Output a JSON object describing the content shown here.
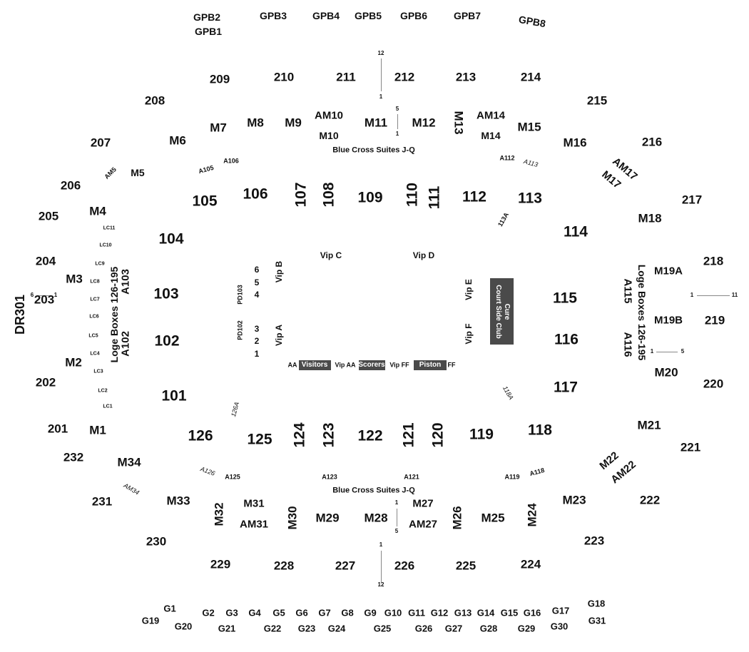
{
  "gpb": {
    "GPB1": "GPB1",
    "GPB2": "GPB2",
    "GPB3": "GPB3",
    "GPB4": "GPB4",
    "GPB5": "GPB5",
    "GPB6": "GPB6",
    "GPB7": "GPB7",
    "GPB8": "GPB8"
  },
  "upper_sections": {
    "s201": "201",
    "s202": "202",
    "s203": "203",
    "s204": "204",
    "s205": "205",
    "s206": "206",
    "s207": "207",
    "s208": "208",
    "s209": "209",
    "s210": "210",
    "s211": "211",
    "s212": "212",
    "s213": "213",
    "s214": "214",
    "s215": "215",
    "s216": "216",
    "s217": "217",
    "s218": "218",
    "s219": "219",
    "s220": "220",
    "s221": "221",
    "s222": "222",
    "s223": "223",
    "s224": "224",
    "s225": "225",
    "s226": "226",
    "s227": "227",
    "s228": "228",
    "s229": "229",
    "s230": "230",
    "s231": "231",
    "s232": "232",
    "DR301": "DR301"
  },
  "mezzanine": {
    "M1": "M1",
    "M2": "M2",
    "M3": "M3",
    "M4": "M4",
    "M5": "M5",
    "AM5": "AM5",
    "M6": "M6",
    "M7": "M7",
    "M8": "M8",
    "M9": "M9",
    "AM10": "AM10",
    "M10": "M10",
    "M11": "M11",
    "M12": "M12",
    "M13": "M13",
    "AM14": "AM14",
    "M14": "M14",
    "M15": "M15",
    "M16": "M16",
    "AM17": "AM17",
    "M17": "M17",
    "M18": "M18",
    "M19A": "M19A",
    "M19B": "M19B",
    "M20": "M20",
    "M21": "M21",
    "M22": "M22",
    "AM22": "AM22",
    "M23": "M23",
    "M24": "M24",
    "M25": "M25",
    "M26": "M26",
    "M27": "M27",
    "AM27": "AM27",
    "M28": "M28",
    "M29": "M29",
    "M30": "M30",
    "M31": "M31",
    "AM31": "AM31",
    "M32": "M32",
    "M33": "M33",
    "M34": "M34",
    "AM34": "AM34"
  },
  "suites": {
    "top": "Blue Cross Suites J-Q",
    "bottom": "Blue Cross Suites J-Q"
  },
  "aisles": {
    "A102": "A102",
    "A103": "A103",
    "A105": "A105",
    "A106": "A106",
    "A112": "A112",
    "A113": "A113",
    "A115": "A115",
    "A116": "A116",
    "A118": "A118",
    "A119": "A119",
    "A121": "A121",
    "A123": "A123",
    "A125": "A125",
    "A126": "A126"
  },
  "lower_sections": {
    "s101": "101",
    "s102": "102",
    "s103": "103",
    "s104": "104",
    "s105": "105",
    "s106": "106",
    "s107": "107",
    "s108": "108",
    "s109": "109",
    "s110": "110",
    "s111": "111",
    "s112": "112",
    "s113": "113",
    "s113A": "113A",
    "s114": "114",
    "s115": "115",
    "s116": "116",
    "s117": "117",
    "s118": "118",
    "s118A": "118A",
    "s119": "119",
    "s120": "120",
    "s121": "121",
    "s122": "122",
    "s123": "123",
    "s124": "124",
    "s125": "125",
    "s126": "126",
    "s126A": "126A"
  },
  "loge": {
    "left": "Loge Boxes 126-195",
    "right": "Loge Boxes 126-195",
    "LC1": "LC1",
    "LC2": "LC2",
    "LC3": "LC3",
    "LC4": "LC4",
    "LC5": "LC5",
    "LC6": "LC6",
    "LC7": "LC7",
    "LC8": "LC8",
    "LC9": "LC9",
    "LC10": "LC10",
    "LC11": "LC11"
  },
  "court": {
    "vip_a": "Vip A",
    "vip_b": "Vip B",
    "vip_c": "Vip C",
    "vip_d": "Vip D",
    "vip_e": "Vip E",
    "vip_f": "Vip F",
    "pd102": "PD102",
    "pd103": "PD103",
    "r1": "1",
    "r2": "2",
    "r3": "3",
    "r4": "4",
    "r5": "5",
    "r6": "6",
    "cure": "Cure",
    "court_side_club": "Court Side Club",
    "aa": "AA",
    "visitors": "Visitors",
    "vip_aa": "Vip AA",
    "scorers": "Scorers",
    "vip_ff": "Vip FF",
    "piston": "Piston",
    "ff": "FF"
  },
  "row_markers": {
    "top_12": "12",
    "top_1": "1",
    "mt_5": "5",
    "mt_1": "1",
    "left_6": "6",
    "left_1": "1",
    "right_1": "1",
    "right_11": "11",
    "m20_1": "1",
    "m20_5": "5",
    "mb_1": "1",
    "mb_5": "5",
    "bot_1": "1",
    "bot_12": "12"
  },
  "g_rows": {
    "G1": "G1",
    "G2": "G2",
    "G3": "G3",
    "G4": "G4",
    "G5": "G5",
    "G6": "G6",
    "G7": "G7",
    "G8": "G8",
    "G9": "G9",
    "G10": "G10",
    "G11": "G11",
    "G12": "G12",
    "G13": "G13",
    "G14": "G14",
    "G15": "G15",
    "G16": "G16",
    "G17": "G17",
    "G18": "G18",
    "G19": "G19",
    "G20": "G20",
    "G21": "G21",
    "G22": "G22",
    "G23": "G23",
    "G24": "G24",
    "G25": "G25",
    "G26": "G26",
    "G27": "G27",
    "G28": "G28",
    "G29": "G29",
    "G30": "G30",
    "G31": "G31"
  },
  "colors": {
    "text": "#111111",
    "box": "#4a4a4a",
    "line": "#888888"
  }
}
